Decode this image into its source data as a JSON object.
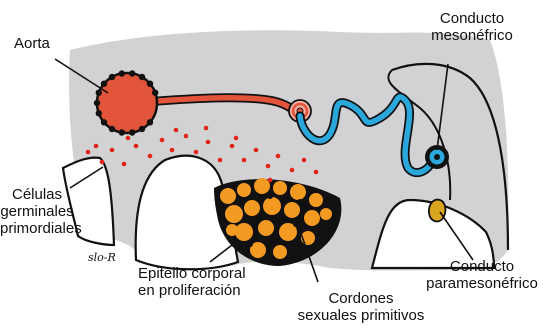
{
  "labels": {
    "aorta": "Aorta",
    "conducto_mesonefrico": [
      "Conducto",
      "mesonéfrico"
    ],
    "celulas_germinales": [
      "Células",
      "germinales",
      "primordiales"
    ],
    "epitelio": [
      "Epitelio corporal",
      "en proliferación"
    ],
    "cordones": [
      "Cordones",
      "sexuales primitivos"
    ],
    "conducto_paramesonefrico": [
      "Conducto",
      "paramesonéfrico"
    ]
  },
  "signature": "slo-R",
  "colors": {
    "tissue": "#d2d2d4",
    "aorta": "#e2553a",
    "mesonephric_duct": "#2aa8dc",
    "paramesonephric_duct": "#d9a51e",
    "cords": "#f39a22",
    "germ_cells": "#e2231a",
    "outline": "#111111"
  }
}
